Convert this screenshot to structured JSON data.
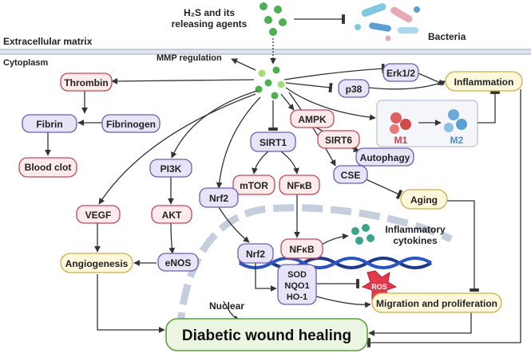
{
  "header": {
    "h2s_line1": "H₂S and its",
    "h2s_line2": "releasing agents",
    "bacteria": "Bacteria",
    "extracellular": "Extracellular matrix",
    "cytoplasm": "Cytoplasm",
    "mmp": "MMP regulation"
  },
  "nodes": {
    "thrombin": "Thrombin",
    "fibrin": "Fibrin",
    "fibrinogen": "Fibrinogen",
    "blood_clot": "Blood clot",
    "pi3k": "PI3K",
    "akt": "AKT",
    "enos": "eNOS",
    "vegf": "VEGF",
    "angiogenesis": "Angiogenesis",
    "nrf2_top": "Nrf2",
    "sirt1": "SIRT1",
    "mtor": "mTOR",
    "nfkb_top": "NFκB",
    "ampk": "AMPK",
    "sirt6": "SIRT6",
    "autophagy": "Autophagy",
    "cse": "CSE",
    "aging": "Aging",
    "erk": "Erk1/2",
    "p38": "p38",
    "inflammation": "Inflammation",
    "m1": "M1",
    "m2": "M2",
    "nrf2_nuc": "Nrf2",
    "nfkb_nuc": "NFκB",
    "cytokines_line1": "Inflammatory",
    "cytokines_line2": "cytokines",
    "sod": "SOD",
    "nqo1": "NQO1",
    "ho1": "HO-1",
    "ros": "ROS",
    "nuclear": "Nuclear",
    "migration": "Migration and proliferation",
    "dwh": "Diabetic wound healing"
  },
  "colors": {
    "pink_fill": "#fdeaea",
    "pink_stroke": "#c0485a",
    "purple_fill": "#e6e4f6",
    "purple_stroke": "#6a5fb0",
    "yellow_fill": "#fdf7dc",
    "yellow_stroke": "#c9b04a",
    "green_fill": "#eaf5e2",
    "green_stroke": "#5da03c",
    "dot_green": "#4caf50",
    "nucleus": "#c4cedc",
    "dna": "#1e3a8a"
  }
}
